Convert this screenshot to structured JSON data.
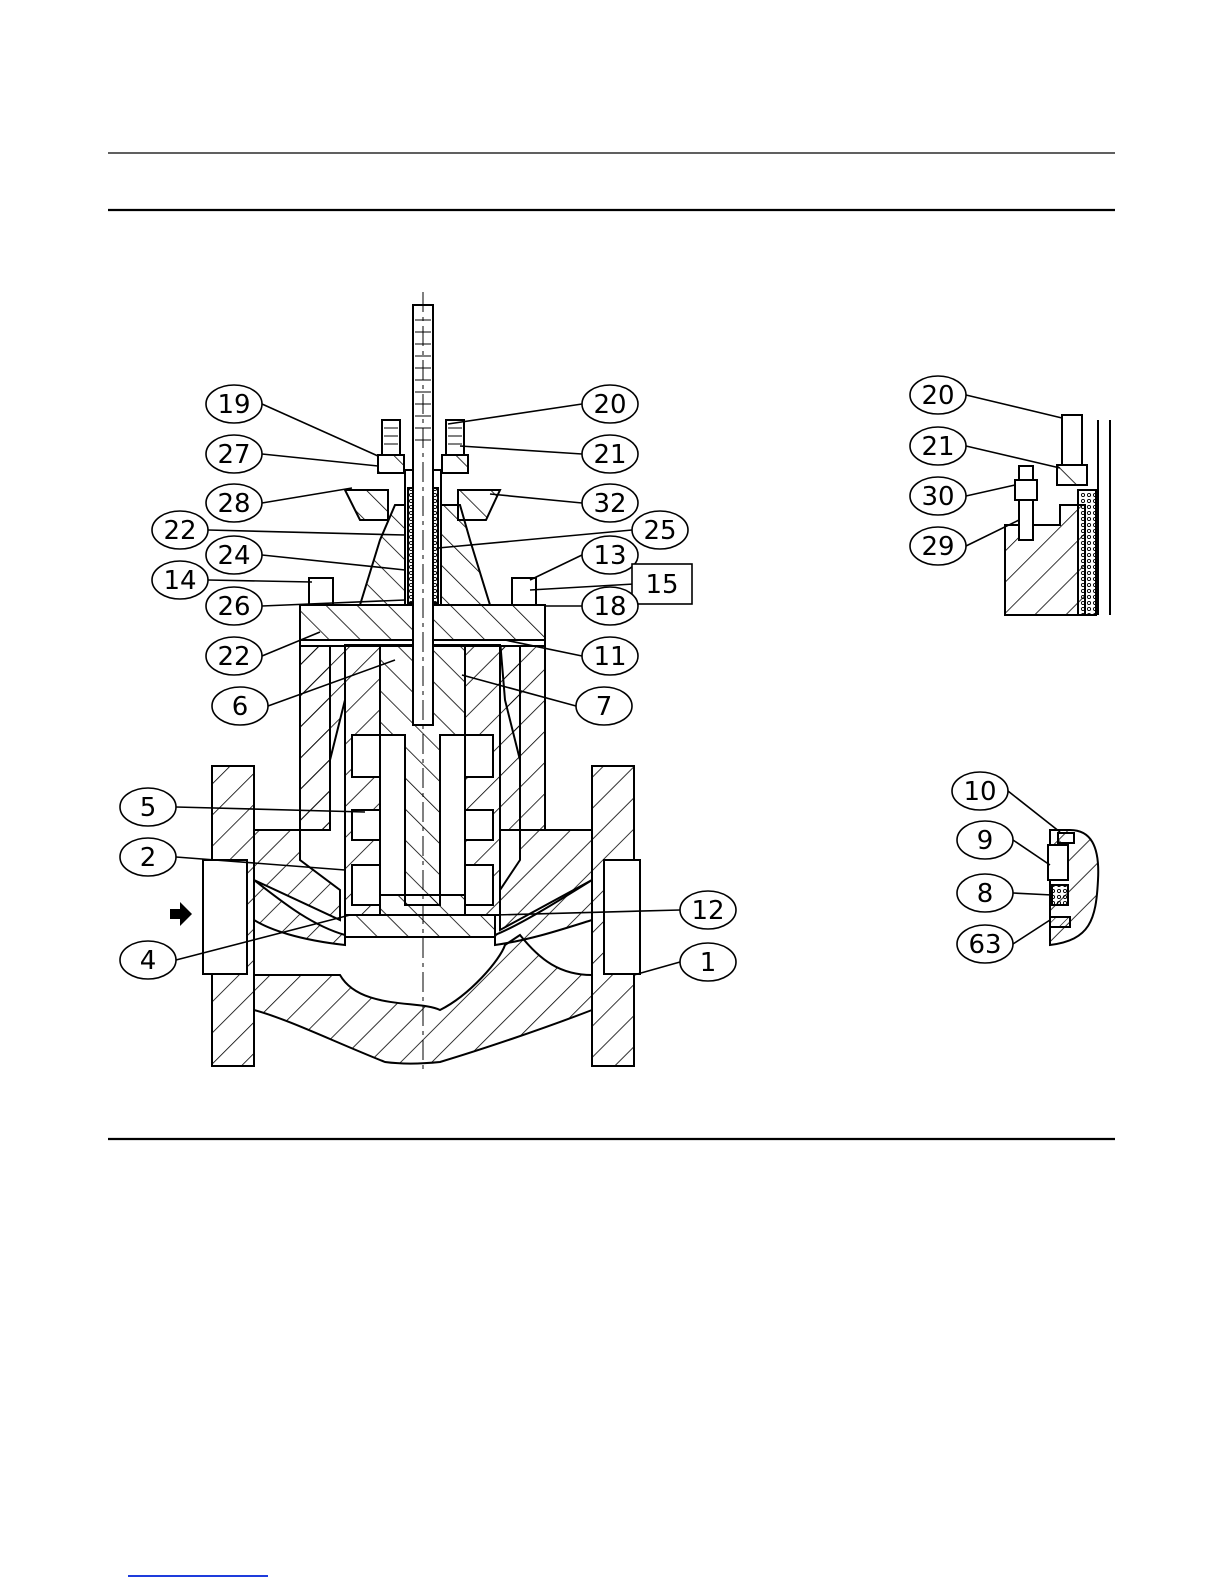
{
  "diagram": {
    "callouts": [
      {
        "id": "c19",
        "label": "19"
      },
      {
        "id": "c27",
        "label": "27"
      },
      {
        "id": "c28",
        "label": "28"
      },
      {
        "id": "c22a",
        "label": "22"
      },
      {
        "id": "c24",
        "label": "24"
      },
      {
        "id": "c14",
        "label": "14"
      },
      {
        "id": "c26",
        "label": "26"
      },
      {
        "id": "c22b",
        "label": "22"
      },
      {
        "id": "c6",
        "label": "6"
      },
      {
        "id": "c5",
        "label": "5"
      },
      {
        "id": "c2",
        "label": "2"
      },
      {
        "id": "c4",
        "label": "4"
      },
      {
        "id": "c20",
        "label": "20"
      },
      {
        "id": "c21",
        "label": "21"
      },
      {
        "id": "c32",
        "label": "32"
      },
      {
        "id": "c25",
        "label": "25"
      },
      {
        "id": "c13",
        "label": "13"
      },
      {
        "id": "c15",
        "label": "15"
      },
      {
        "id": "c18",
        "label": "18"
      },
      {
        "id": "c11",
        "label": "11"
      },
      {
        "id": "c7",
        "label": "7"
      },
      {
        "id": "c12",
        "label": "12"
      },
      {
        "id": "c1",
        "label": "1"
      },
      {
        "id": "d20",
        "label": "20"
      },
      {
        "id": "d21",
        "label": "21"
      },
      {
        "id": "d30",
        "label": "30"
      },
      {
        "id": "d29",
        "label": "29"
      },
      {
        "id": "d10",
        "label": "10"
      },
      {
        "id": "d9",
        "label": "9"
      },
      {
        "id": "d8",
        "label": "8"
      },
      {
        "id": "d63",
        "label": "63"
      }
    ]
  }
}
